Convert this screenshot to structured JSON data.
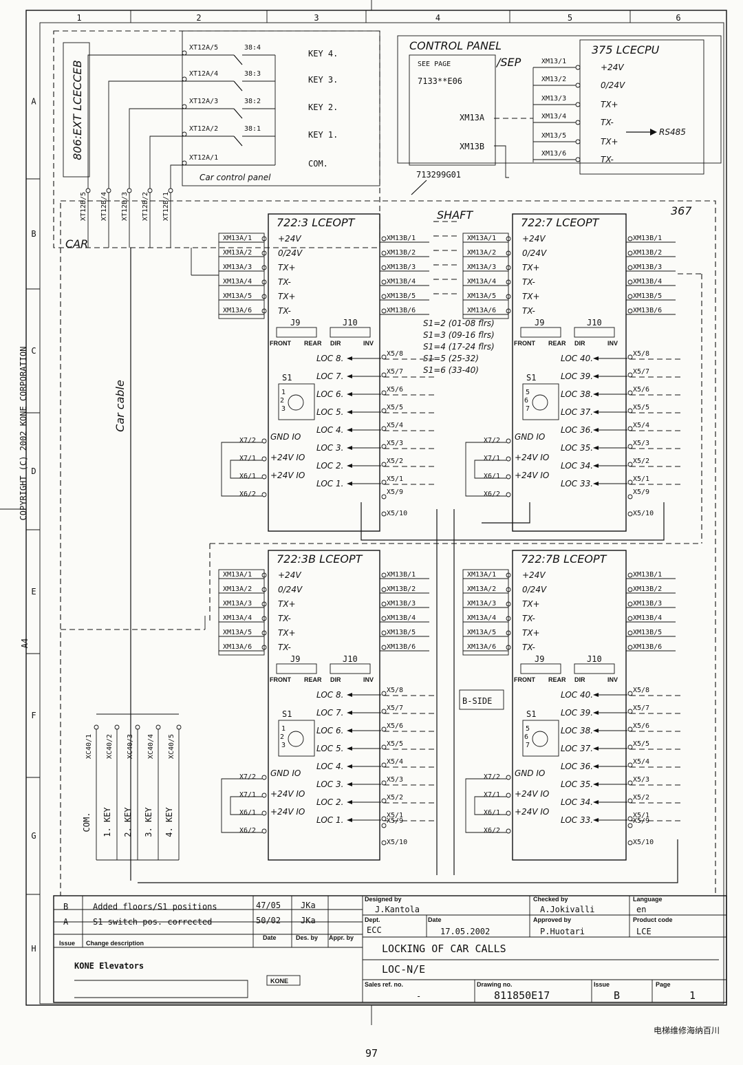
{
  "grid": {
    "columns": [
      "1",
      "2",
      "3",
      "4",
      "5",
      "6"
    ],
    "rows": [
      "A",
      "B",
      "C",
      "D",
      "E",
      "F",
      "G",
      "H"
    ],
    "paper": "A4"
  },
  "copyright": "COPYRIGHT (C) 2002 KONE CORPORATION",
  "car": {
    "board": "806:EXT LCECCEB",
    "area_label": "CAR",
    "panel_label": "Car control panel",
    "connectors": [
      "XT12A/5",
      "XT12A/4",
      "XT12A/3",
      "XT12A/2",
      "XT12A/1"
    ],
    "switches": [
      "38:4",
      "38:3",
      "38:2",
      "38:1"
    ],
    "keys": [
      "KEY 4.",
      "KEY 3.",
      "KEY 2.",
      "KEY 1.",
      "COM."
    ],
    "xt12b": [
      "XT12B/5",
      "XT12B/4",
      "XT12B/3",
      "XT12B/2",
      "XT12B/1"
    ],
    "cable_label": "Car cable",
    "xc40": [
      "XC40/1",
      "XC40/2",
      "XC40/3",
      "XC40/4",
      "XC40/5"
    ],
    "xc40_keys": [
      "COM.",
      "1. KEY",
      "2. KEY",
      "3. KEY",
      "4. KEY"
    ]
  },
  "control_panel": {
    "title": "CONTROL PANEL",
    "see_page": "SEE PAGE",
    "page_ref": "7133**E06",
    "sep": "/SEP",
    "xm13a": "XM13A",
    "xm13b": "XM13B",
    "cable_code": "713299G01",
    "cpu_title": "375 LCECPU",
    "cpu_pins": [
      "XM13/1",
      "XM13/2",
      "XM13/3",
      "XM13/4",
      "XM13/5",
      "XM13/6"
    ],
    "cpu_signals": [
      "+24V",
      "0/24V",
      "TX+",
      "TX-",
      "TX+",
      "TX-"
    ],
    "rs485": "RS485"
  },
  "shaft": {
    "label": "SHAFT",
    "ref": "367",
    "b_side": "B-SIDE",
    "s1_notes": [
      "S1=2 (01-08 flrs)",
      "S1=3 (09-16 flrs)",
      "S1=4 (17-24 flrs)",
      "S1=5 (25-32)",
      "S1=6 (33-40)"
    ]
  },
  "board_common": {
    "xm13a_pins": [
      "XM13A/1",
      "XM13A/2",
      "XM13A/3",
      "XM13A/4",
      "XM13A/5",
      "XM13A/6"
    ],
    "xm13b_pins": [
      "XM13B/1",
      "XM13B/2",
      "XM13B/3",
      "XM13B/4",
      "XM13B/5",
      "XM13B/6"
    ],
    "signals": [
      "+24V",
      "0/24V",
      "TX+",
      "TX-",
      "TX+",
      "TX-"
    ],
    "j9": "J9",
    "j10": "J10",
    "front": "FRONT",
    "rear": "REAR",
    "dir": "DIR",
    "inv": "INV",
    "s1": "S1",
    "x5_pins": [
      "X5/8",
      "X5/7",
      "X5/6",
      "X5/5",
      "X5/4",
      "X5/3",
      "X5/2",
      "X5/1"
    ],
    "x5_9": "X5/9",
    "x5_10": "X5/10",
    "x7_2": "X7/2",
    "x7_1": "X7/1",
    "x6_1": "X6/1",
    "x6_2": "X6/2",
    "gnd_io": "GND IO",
    "v24_io": "+24V IO"
  },
  "boards": [
    {
      "title": "722:3 LCEOPT",
      "locs": [
        "LOC 8.",
        "LOC 7.",
        "LOC 6.",
        "LOC 5.",
        "LOC 4.",
        "LOC 3.",
        "LOC 2.",
        "LOC 1."
      ],
      "s1_marks": [
        "1",
        "2",
        "3"
      ]
    },
    {
      "title": "722:7 LCEOPT",
      "locs": [
        "LOC 40.",
        "LOC 39.",
        "LOC 38.",
        "LOC 37.",
        "LOC 36.",
        "LOC 35.",
        "LOC 34.",
        "LOC 33."
      ],
      "s1_marks": [
        "5",
        "6",
        "7"
      ]
    },
    {
      "title": "722:3B LCEOPT",
      "locs": [
        "LOC 8.",
        "LOC 7.",
        "LOC 6.",
        "LOC 5.",
        "LOC 4.",
        "LOC 3.",
        "LOC 2.",
        "LOC 1."
      ],
      "s1_marks": [
        "1",
        "2",
        "3"
      ]
    },
    {
      "title": "722:7B LCEOPT",
      "locs": [
        "LOC 40.",
        "LOC 39.",
        "LOC 38.",
        "LOC 37.",
        "LOC 36.",
        "LOC 35.",
        "LOC 34.",
        "LOC 33."
      ],
      "s1_marks": [
        "5",
        "6",
        "7"
      ]
    }
  ],
  "title_block": {
    "revisions": [
      {
        "issue": "B",
        "desc": "Added floors/S1 positions",
        "date": "47/05",
        "by": "JKa"
      },
      {
        "issue": "A",
        "desc": "S1 switch pos. corrected",
        "date": "50/02",
        "by": "JKa"
      }
    ],
    "rev_headers": {
      "issue": "Issue",
      "change": "Change description",
      "date": "Date",
      "des": "Des. by",
      "appr": "Appr. by"
    },
    "designed_by_label": "Designed by",
    "designed_by": "J.Kantola",
    "checked_by_label": "Checked by",
    "checked_by": "A.Jokivalli",
    "language_label": "Language",
    "language": "en",
    "dept_label": "Dept.",
    "dept": "ECC",
    "date_label": "Date",
    "date": "17.05.2002",
    "approved_label": "Approved by",
    "approved_by": "P.Huotari",
    "product_label": "Product code",
    "product_code": "LCE",
    "title1": "LOCKING OF CAR CALLS",
    "title2": "LOC-N/E",
    "sales_label": "Sales ref. no.",
    "sales_ref": "-",
    "drawing_label": "Drawing no.",
    "drawing_no": "811850E17",
    "issue_label": "Issue",
    "issue": "B",
    "page_label": "Page",
    "page": "1",
    "company": "KONE Elevators",
    "logo_text": "KONE"
  },
  "watermark": "电梯维修海纳百川",
  "page_number": "97"
}
